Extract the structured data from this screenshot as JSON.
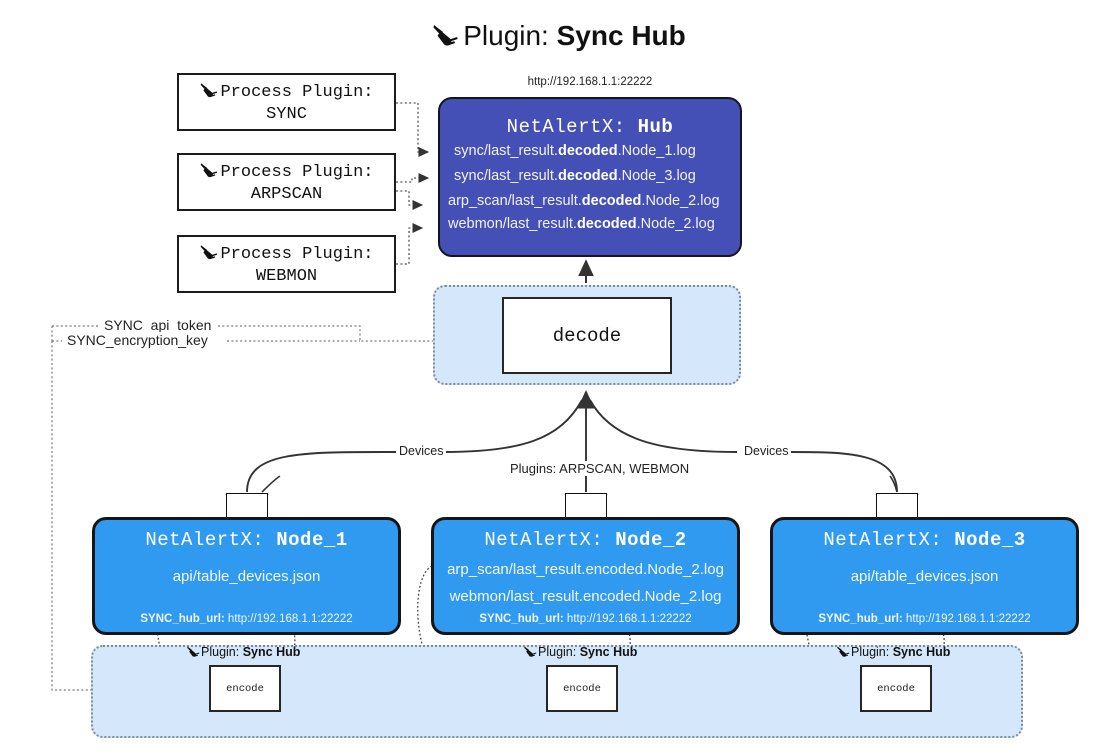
{
  "page": {
    "title_prefix": "Plugin:",
    "title_name": "Sync Hub",
    "plug_icon": "plug-icon"
  },
  "hub": {
    "url": "http://192.168.1.1:22222",
    "title_prefix": "NetAlertX:",
    "title_name": "Hub",
    "loglines": [
      {
        "pre": "sync/last_result.",
        "mid": "decoded",
        "post": ".Node_1.log"
      },
      {
        "pre": "sync/last_result.",
        "mid": "decoded",
        "post": ".Node_3.log"
      },
      {
        "pre": "arp_scan/last_result.",
        "mid": "decoded",
        "post": ".Node_2.log"
      },
      {
        "pre": "webmon/last_result.",
        "mid": "decoded",
        "post": ".Node_2.log"
      }
    ]
  },
  "process_plugins": [
    {
      "label": "Process Plugin:",
      "name": "SYNC"
    },
    {
      "label": "Process Plugin:",
      "name": "ARPSCAN"
    },
    {
      "label": "Process Plugin:",
      "name": "WEBMON"
    }
  ],
  "decode": {
    "label": "decode"
  },
  "secrets": {
    "api_token": "SYNC_api_token",
    "encryption_key": "SYNC_encryption_key"
  },
  "edge_labels": {
    "devices_left": "Devices",
    "devices_right": "Devices",
    "plugins_center": "Plugins: ARPSCAN, WEBMON"
  },
  "nodes": [
    {
      "title_prefix": "NetAlertX:",
      "title_name": "Node_1",
      "lines": [
        "api/table_devices.json"
      ],
      "hub_url_key": "SYNC_hub_url:",
      "hub_url_value": "http://192.168.1.1:22222"
    },
    {
      "title_prefix": "NetAlertX:",
      "title_name": "Node_2",
      "lines": [
        "arp_scan/last_result.encoded.Node_2.log",
        "webmon/last_result.encoded.Node_2.log"
      ],
      "hub_url_key": "SYNC_hub_url:",
      "hub_url_value": "http://192.168.1.1:22222"
    },
    {
      "title_prefix": "NetAlertX:",
      "title_name": "Node_3",
      "lines": [
        "api/table_devices.json"
      ],
      "hub_url_key": "SYNC_hub_url:",
      "hub_url_value": "http://192.168.1.1:22222"
    }
  ],
  "encoders": [
    {
      "plugin_label": "Plugin:",
      "plugin_name": "Sync Hub",
      "box_label": "encode"
    },
    {
      "plugin_label": "Plugin:",
      "plugin_name": "Sync Hub",
      "box_label": "encode"
    },
    {
      "plugin_label": "Plugin:",
      "plugin_name": "Sync Hub",
      "box_label": "encode"
    }
  ],
  "colors": {
    "hub_fill": "#4450b5",
    "node_fill": "#2f9af0",
    "container_fill": "#d5e8fb",
    "stroke": "#1c1c1c"
  }
}
